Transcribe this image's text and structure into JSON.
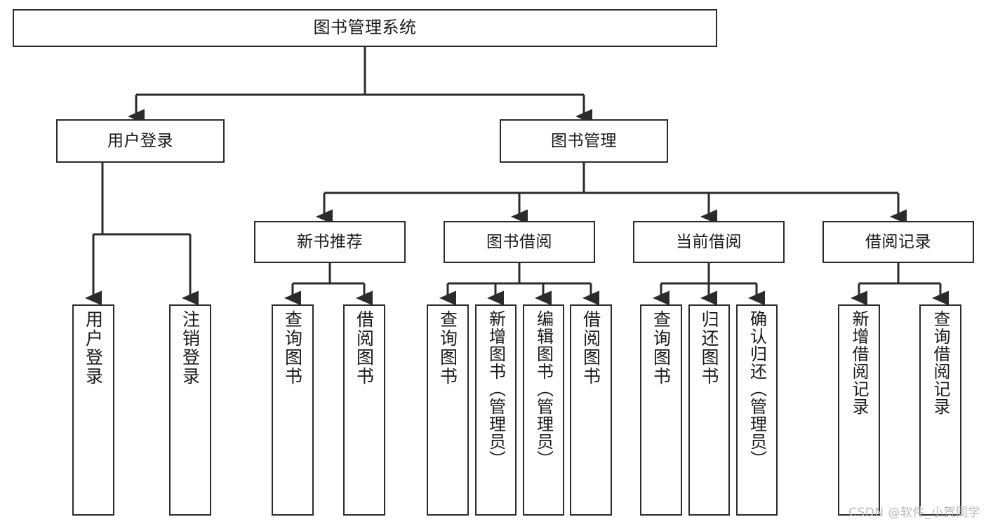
{
  "diagram": {
    "title": "图书管理系统",
    "type": "tree-hierarchy",
    "watermark": "CSDN @软件_小贺同学",
    "colors": {
      "background": "#ffffff",
      "box_border": "#2b2b2b",
      "box_fill": "#ffffff",
      "text": "#1a1a1a",
      "edge": "#2b2b2b",
      "watermark": "#b9b9b9"
    },
    "levels": {
      "root": {
        "label": "图书管理系统"
      },
      "level2": [
        {
          "label": "用户登录"
        },
        {
          "label": "图书管理"
        }
      ],
      "level3": [
        {
          "label": "新书推荐"
        },
        {
          "label": "图书借阅"
        },
        {
          "label": "当前借阅"
        },
        {
          "label": "借阅记录"
        }
      ],
      "leaves": {
        "user_login": [
          {
            "label": "用户登录"
          },
          {
            "label": "注销登录"
          }
        ],
        "new_book_recommend": [
          {
            "label": "查询图书"
          },
          {
            "label": "借阅图书"
          }
        ],
        "book_borrow": [
          {
            "label": "查询图书"
          },
          {
            "label": "新增图书（管理员）"
          },
          {
            "label": "编辑图书（管理员）"
          },
          {
            "label": "借阅图书"
          }
        ],
        "current_borrow": [
          {
            "label": "查询图书"
          },
          {
            "label": "归还图书"
          },
          {
            "label": "确认归还（管理员）"
          }
        ],
        "borrow_record": [
          {
            "label": "新增借阅记录"
          },
          {
            "label": "查询借阅记录"
          }
        ]
      }
    }
  }
}
